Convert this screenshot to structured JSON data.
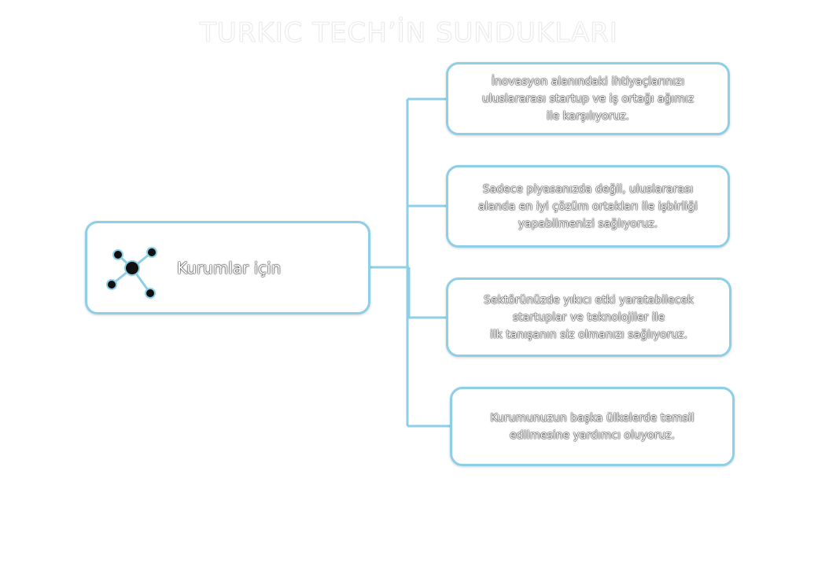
{
  "title": "TURKIC TECH’İN SUNDUKLARI",
  "main_node": {
    "label": "Kurumlar için",
    "icon": "network-icon"
  },
  "items": [
    {
      "text": "İnovasyon alanındaki ihtiyaçlarınızı\nuluslararası startup ve iş ortağı ağımız\nile karşılıyoruz."
    },
    {
      "text": "Sadece piyasanızda değil, uluslararası\nalanda en iyi çözüm ortakları ile işbirliği\nyapabilmenizi sağlıyoruz."
    },
    {
      "text": "Sektörünüzde yıkıcı etki yaratabilecek\nstartuplar ve teknolojiler ile\nilk tanışanın siz olmanızı sağlıyoruz."
    },
    {
      "text": "Kurumunuzun başka ülkelerde temsil\nedilmesine yardımcı oluyoruz."
    }
  ],
  "colors": {
    "accent": "#8dcfe6",
    "node_fill": "#111111"
  }
}
